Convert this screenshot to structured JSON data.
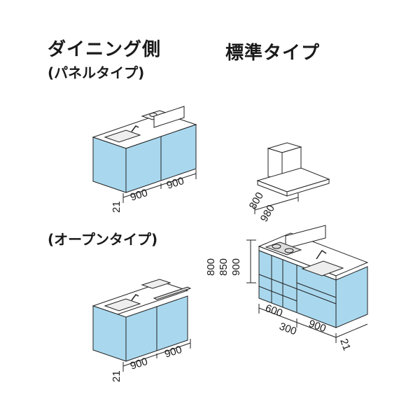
{
  "labels": {
    "dining_title": "ダイニング側",
    "dining_sub": "(パネルタイプ)",
    "standard_title": "標準タイプ",
    "open_title": "(オープンタイプ)"
  },
  "dimensions": {
    "panel": {
      "d21": "21",
      "w1": "900",
      "w2": "900"
    },
    "open": {
      "d21": "21",
      "w1": "900",
      "w2": "900"
    },
    "standard": {
      "hood1": "800",
      "hood2": "980",
      "h1": "800",
      "h2": "850",
      "h3": "900",
      "w600": "600",
      "w300": "300",
      "w900": "900",
      "d21": "21"
    }
  },
  "colors": {
    "cabinet_blue": "#a9d8ee",
    "cabinet_dark": "#7fc0e0",
    "outline": "#222222"
  }
}
